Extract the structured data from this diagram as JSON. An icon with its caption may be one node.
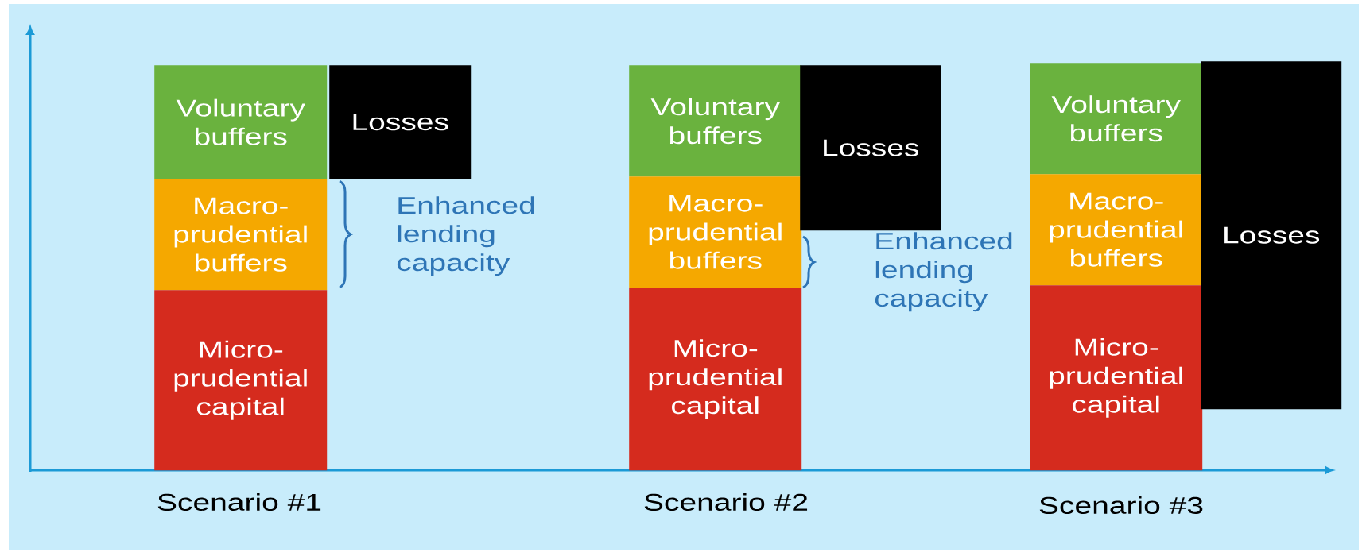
{
  "diagram": {
    "nodes": [
      {
        "text": [
          "Voluntary buffers"
        ]
      },
      {
        "text": [
          "Macro-prudential buffers"
        ]
      },
      {
        "text": [
          "Micro-prudential capital"
        ]
      },
      {
        "text": [
          "Losses"
        ]
      },
      {
        "text": [
          "Voluntary buffers"
        ]
      },
      {
        "text": [
          "Macro-prudential buffers"
        ]
      },
      {
        "text": [
          "Micro-prudential capital"
        ]
      },
      {
        "text": [
          "Losses"
        ]
      },
      {
        "text": [
          "Voluntary buffers"
        ]
      },
      {
        "text": [
          "Macro-prudential buffers"
        ]
      },
      {
        "text": [
          "Micro-prudential capital"
        ]
      },
      {
        "text": [
          "Losses"
        ]
      }
    ],
    "labels": [
      "Enhanced lending capacity",
      "Enhanced lending capacity",
      "Scenario #1",
      "Scenario #2",
      "Scenario #3"
    ]
  }
}
